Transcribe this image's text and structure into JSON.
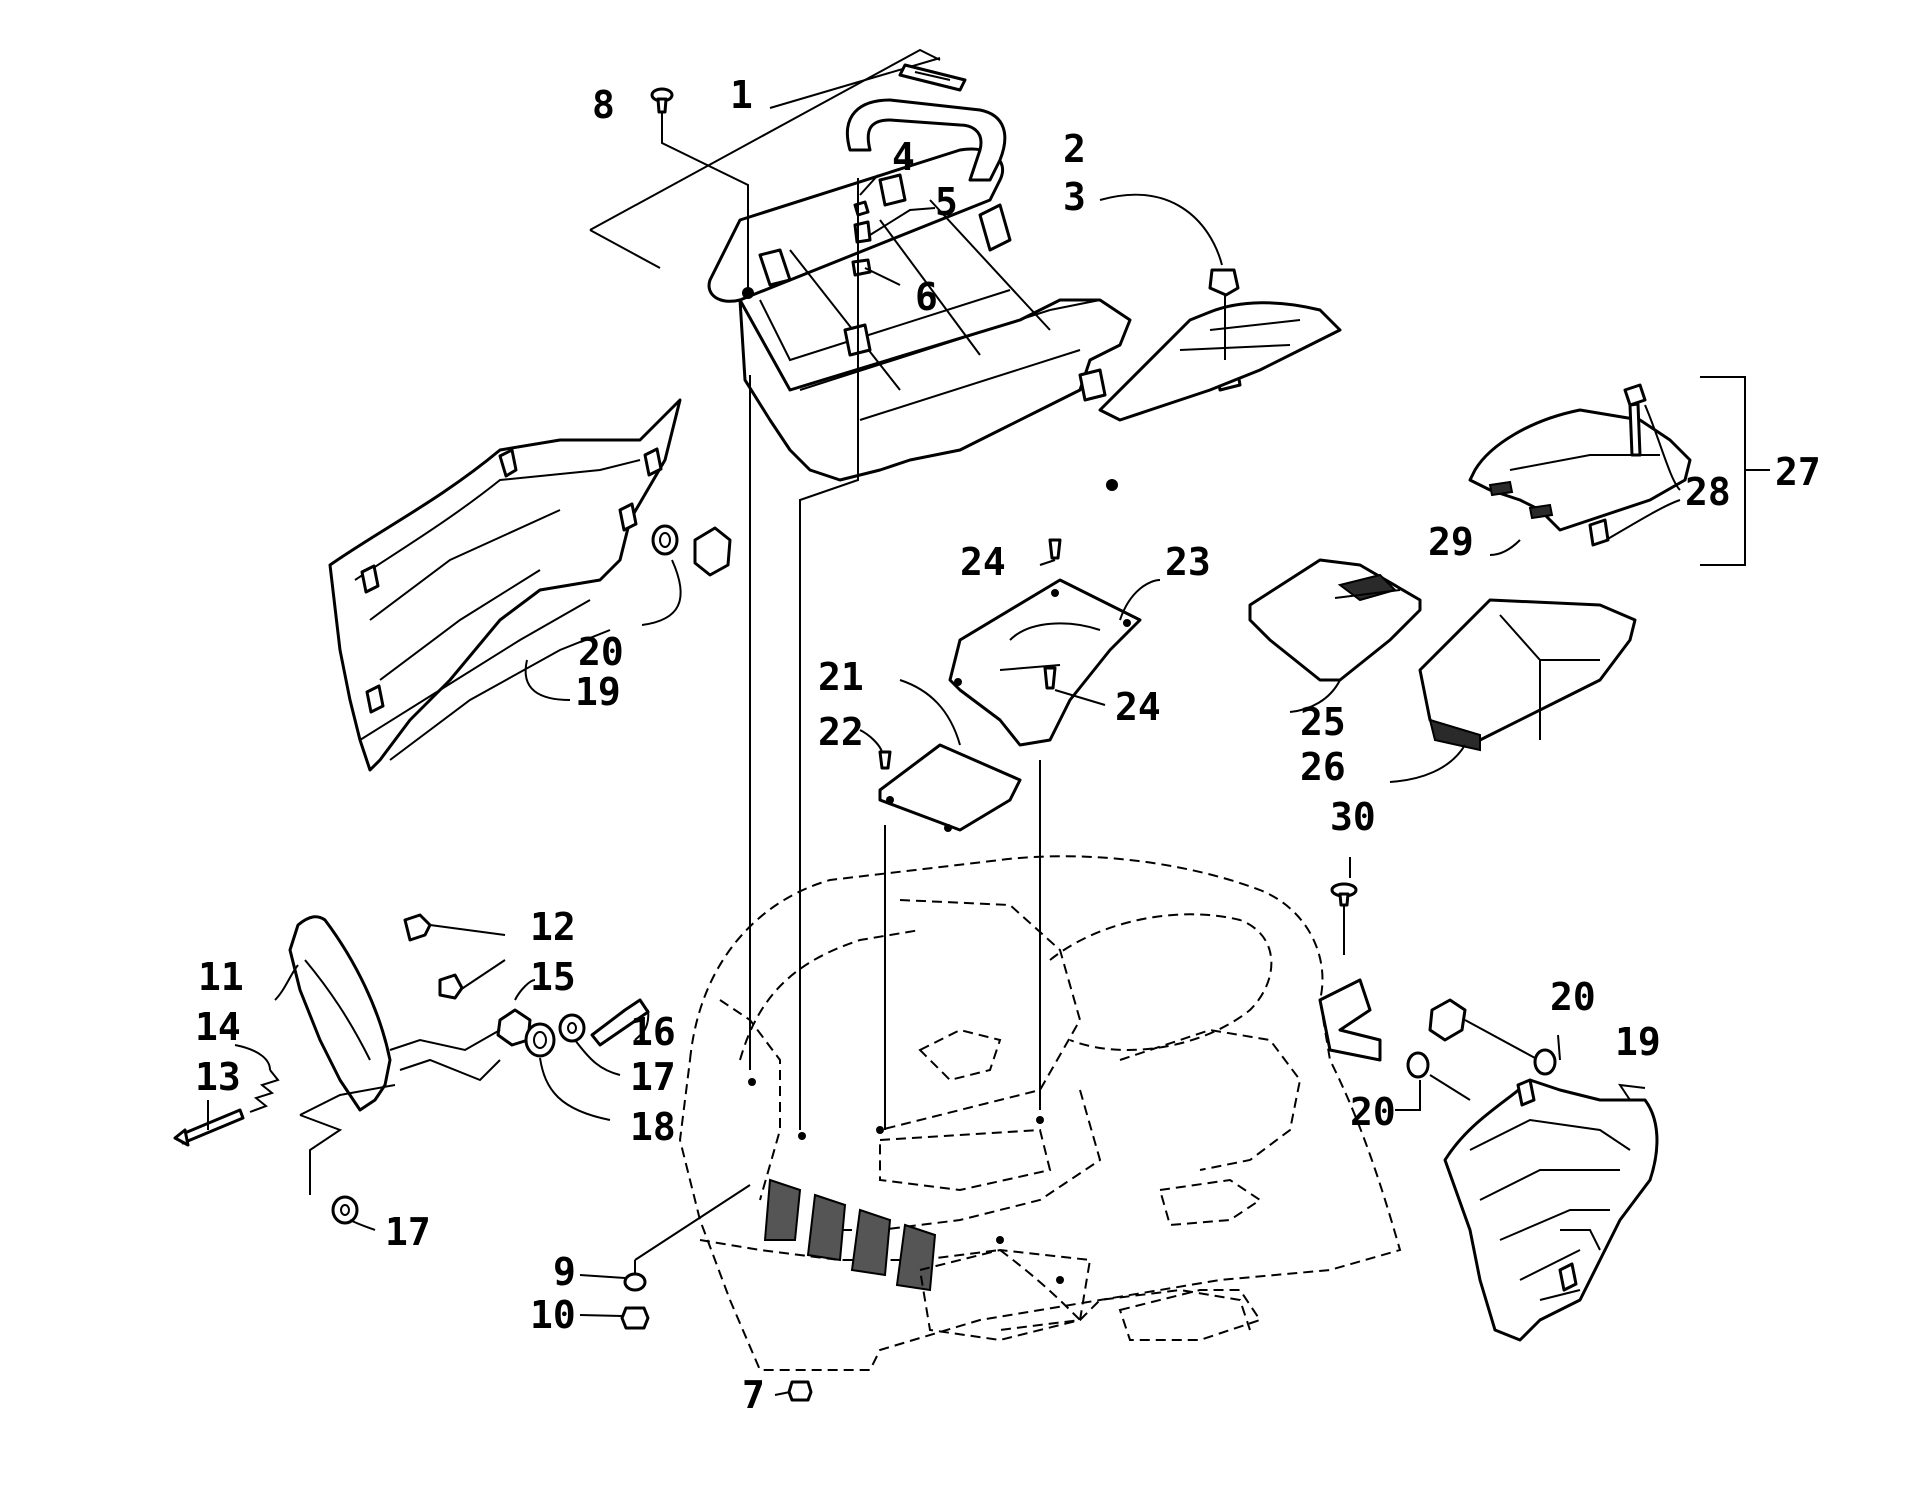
{
  "callouts": [
    {
      "id": "c1",
      "text": "1"
    },
    {
      "id": "c2",
      "text": "2"
    },
    {
      "id": "c3",
      "text": "3"
    },
    {
      "id": "c4",
      "text": "4"
    },
    {
      "id": "c5",
      "text": "5"
    },
    {
      "id": "c6",
      "text": "6"
    },
    {
      "id": "c7",
      "text": "7"
    },
    {
      "id": "c8",
      "text": "8"
    },
    {
      "id": "c9",
      "text": "9"
    },
    {
      "id": "c10",
      "text": "10"
    },
    {
      "id": "c11",
      "text": "11"
    },
    {
      "id": "c12",
      "text": "12"
    },
    {
      "id": "c13",
      "text": "13"
    },
    {
      "id": "c14",
      "text": "14"
    },
    {
      "id": "c15",
      "text": "15"
    },
    {
      "id": "c16",
      "text": "16"
    },
    {
      "id": "c17a",
      "text": "17"
    },
    {
      "id": "c17b",
      "text": "17"
    },
    {
      "id": "c18",
      "text": "18"
    },
    {
      "id": "c19a",
      "text": "19"
    },
    {
      "id": "c19b",
      "text": "19"
    },
    {
      "id": "c20a",
      "text": "20"
    },
    {
      "id": "c20b",
      "text": "20"
    },
    {
      "id": "c20c",
      "text": "20"
    },
    {
      "id": "c21",
      "text": "21"
    },
    {
      "id": "c22",
      "text": "22"
    },
    {
      "id": "c23",
      "text": "23"
    },
    {
      "id": "c24a",
      "text": "24"
    },
    {
      "id": "c24b",
      "text": "24"
    },
    {
      "id": "c25",
      "text": "25"
    },
    {
      "id": "c26",
      "text": "26"
    },
    {
      "id": "c27",
      "text": "27"
    },
    {
      "id": "c28",
      "text": "28"
    },
    {
      "id": "c29",
      "text": "29"
    },
    {
      "id": "c30",
      "text": "30"
    }
  ]
}
